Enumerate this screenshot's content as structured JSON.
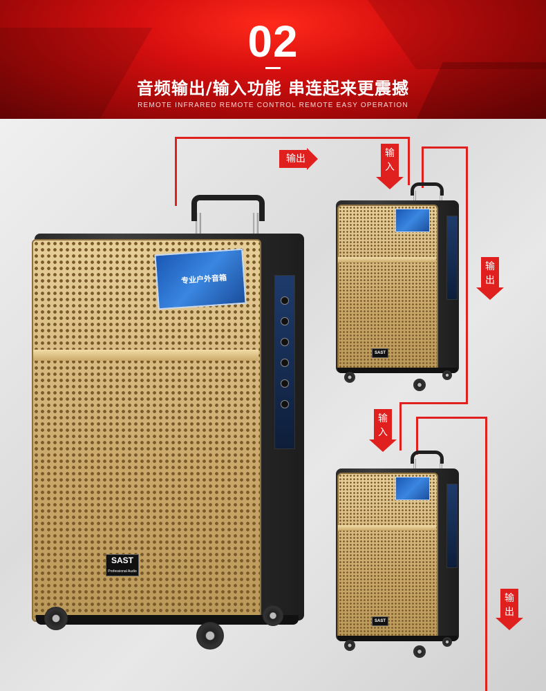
{
  "header": {
    "number": "02",
    "title": "音频输出/输入功能  串连起来更震撼",
    "subtitle": "REMOTE INFRARED REMOTE CONTROL REMOTE EASY OPERATION"
  },
  "labels": {
    "output_top": "输出",
    "input_top": [
      "输",
      "入"
    ],
    "output_right1": [
      "输",
      "出"
    ],
    "input_mid": [
      "输",
      "入"
    ],
    "output_right2": [
      "输",
      "出"
    ]
  },
  "product": {
    "logo": "SAST",
    "logo_sub": "Professional Audio",
    "label_main": "专业户外音箱"
  },
  "colors": {
    "accent": "#e0201f",
    "header_red": "#d70f0f",
    "grille_gold": "#caa86a"
  }
}
